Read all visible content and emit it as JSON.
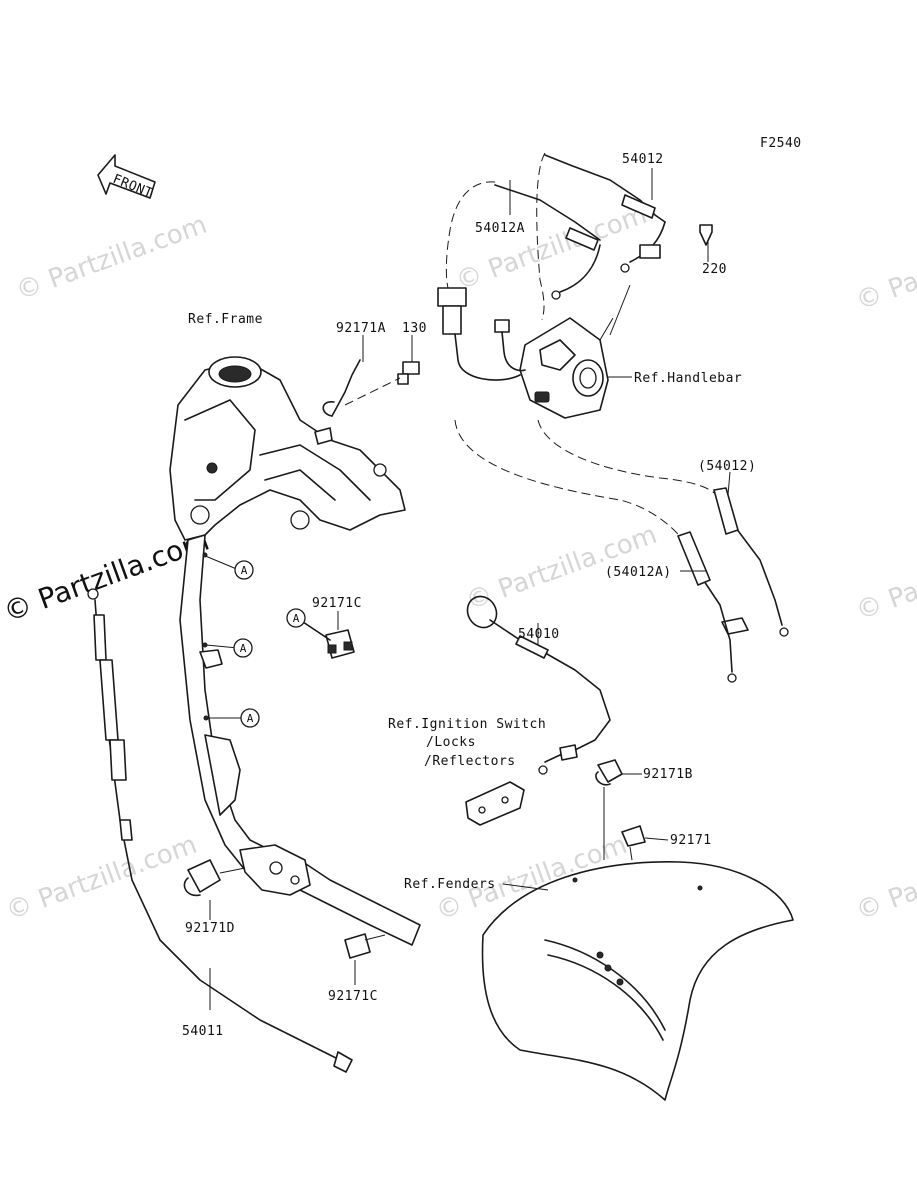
{
  "figure_code": "F2540",
  "front_arrow_text": "FRONT",
  "watermark_text": "© Partzilla.com",
  "labels": {
    "ref_frame": "Ref.Frame",
    "p92171A": "92171A",
    "p130": "130",
    "p54012": "54012",
    "p54012A": "54012A",
    "p220": "220",
    "ref_handlebar": "Ref.Handlebar",
    "p54012_paren": "(54012)",
    "p54012A_paren": "(54012A)",
    "p54010": "54010",
    "p92171C_top": "92171C",
    "ref_ignition": "Ref.Ignition Switch",
    "ref_locks": "/Locks",
    "ref_reflectors": "/Reflectors",
    "p92171B": "92171B",
    "p92171": "92171",
    "ref_fenders": "Ref.Fenders",
    "p92171D": "92171D",
    "p92171C_bottom": "92171C",
    "p54011": "54011"
  },
  "callout_letter": "A",
  "callouts": [
    "A",
    "A",
    "A",
    "A"
  ]
}
